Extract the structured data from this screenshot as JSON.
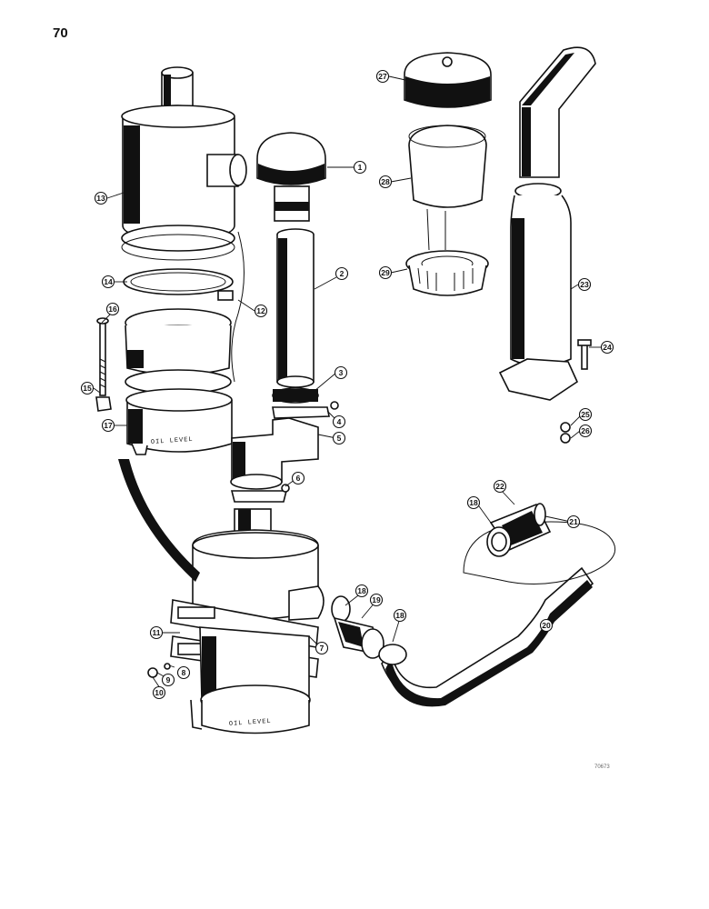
{
  "page": {
    "number": "70"
  },
  "diagram": {
    "oil_level_upper": "OIL LEVEL",
    "oil_level_lower": "OIL LEVEL",
    "reference_code": "70673"
  },
  "callouts": [
    {
      "id": "c1",
      "label": "1"
    },
    {
      "id": "c2",
      "label": "2"
    },
    {
      "id": "c3",
      "label": "3"
    },
    {
      "id": "c4",
      "label": "4"
    },
    {
      "id": "c5",
      "label": "5"
    },
    {
      "id": "c6",
      "label": "6"
    },
    {
      "id": "c7",
      "label": "7"
    },
    {
      "id": "c8",
      "label": "8"
    },
    {
      "id": "c9",
      "label": "9"
    },
    {
      "id": "c10",
      "label": "10"
    },
    {
      "id": "c11",
      "label": "11"
    },
    {
      "id": "c12",
      "label": "12"
    },
    {
      "id": "c13",
      "label": "13"
    },
    {
      "id": "c14",
      "label": "14"
    },
    {
      "id": "c15",
      "label": "15"
    },
    {
      "id": "c16",
      "label": "16"
    },
    {
      "id": "c17",
      "label": "17"
    },
    {
      "id": "c18a",
      "label": "18"
    },
    {
      "id": "c19",
      "label": "19"
    },
    {
      "id": "c18b",
      "label": "18"
    },
    {
      "id": "c20",
      "label": "20"
    },
    {
      "id": "c18c",
      "label": "18"
    },
    {
      "id": "c21",
      "label": "21"
    },
    {
      "id": "c22",
      "label": "22"
    },
    {
      "id": "c23",
      "label": "23"
    },
    {
      "id": "c24",
      "label": "24"
    },
    {
      "id": "c25",
      "label": "25"
    },
    {
      "id": "c26",
      "label": "26"
    },
    {
      "id": "c27",
      "label": "27"
    },
    {
      "id": "c28",
      "label": "28"
    },
    {
      "id": "c29",
      "label": "29"
    }
  ]
}
